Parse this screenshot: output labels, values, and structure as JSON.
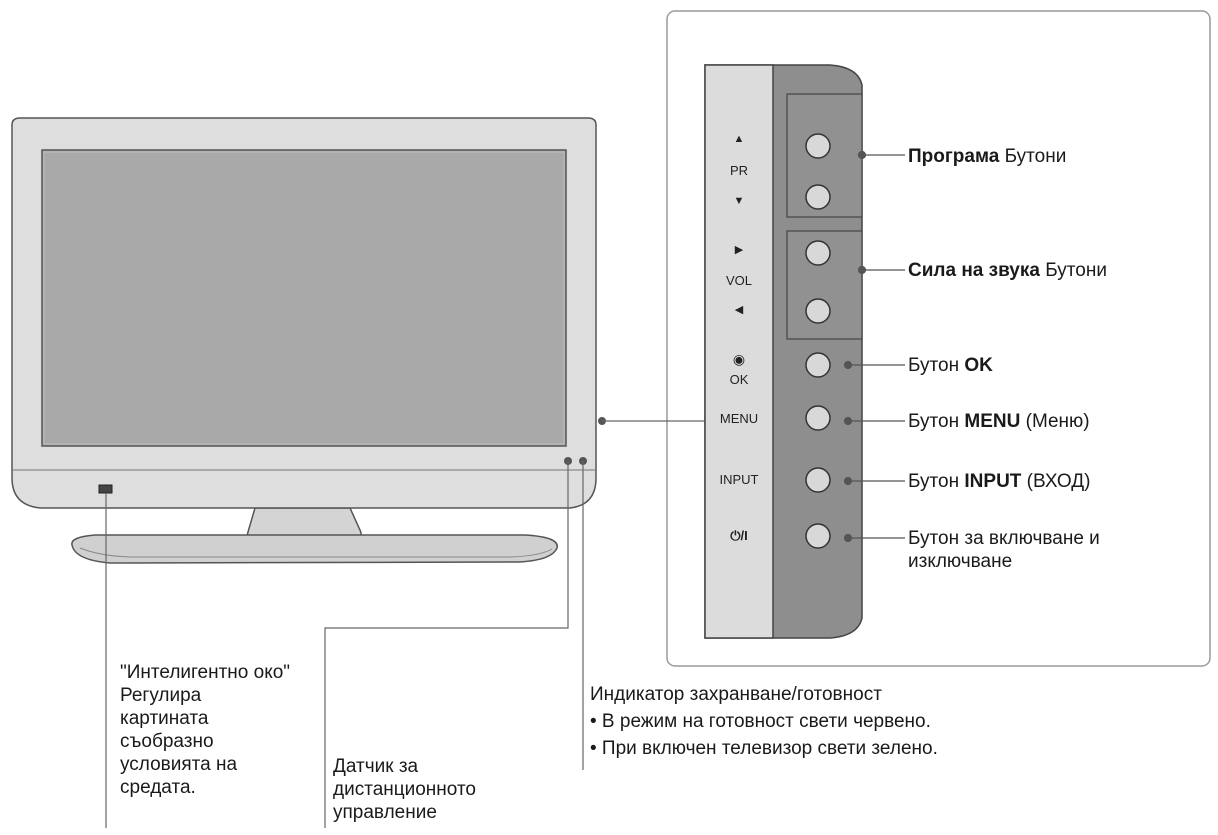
{
  "panel_labels": {
    "pr": "PR",
    "vol": "VOL",
    "ok": "OK",
    "menu": "MENU",
    "input": "INPUT",
    "power": "ტ/I"
  },
  "icons": {
    "up": "up-triangle-icon",
    "down": "down-triangle-icon",
    "right": "right-triangle-icon",
    "left": "left-triangle-icon",
    "ok": "ok-dot-icon",
    "power": "power-icon"
  },
  "callouts": {
    "program": {
      "bold": "Програма",
      "rest": " Бутони"
    },
    "volume": {
      "bold": "Сила на звука",
      "rest": " Бутони"
    },
    "ok": {
      "pre": "Бутон ",
      "bold": "OK",
      "rest": ""
    },
    "menu": {
      "pre": "Бутон ",
      "bold": "MENU",
      "rest": " (Меню)"
    },
    "input": {
      "pre": "Бутон ",
      "bold": "INPUT",
      "rest": " (ВХОД)"
    },
    "power_line1": "Бутон за включване и",
    "power_line2": "изключване"
  },
  "eye": {
    "line1": "\"Интелигентно око\"",
    "line2": "Регулира",
    "line3": "картината",
    "line4": "съобразно",
    "line5": "условията на",
    "line6": "средата."
  },
  "remote": {
    "line1": "Датчик за",
    "line2": "дистанционното",
    "line3": "управление"
  },
  "indicator": {
    "title": "Индикатор захранване/готовност",
    "bullet1": "• В режим на готовност свети червено.",
    "bullet2": "• При включен телевизор свети зелено."
  }
}
